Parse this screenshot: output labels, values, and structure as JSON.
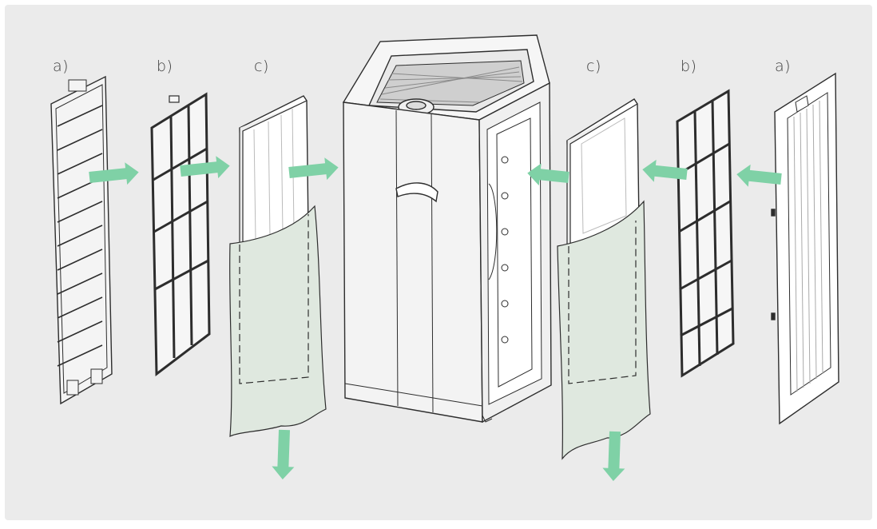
{
  "labels": {
    "left_a": "a)",
    "left_b": "b)",
    "left_c": "c)",
    "right_c": "c)",
    "right_b": "b)",
    "right_a": "a)"
  },
  "colors": {
    "background_panel": "#ebebeb",
    "line": "#2d2d2d",
    "arrow": "#7fd1a6",
    "bag_fill": "#dfe8df",
    "white_part": "#ffffff"
  },
  "icons": {
    "arrow": "arrow-right-icon"
  }
}
